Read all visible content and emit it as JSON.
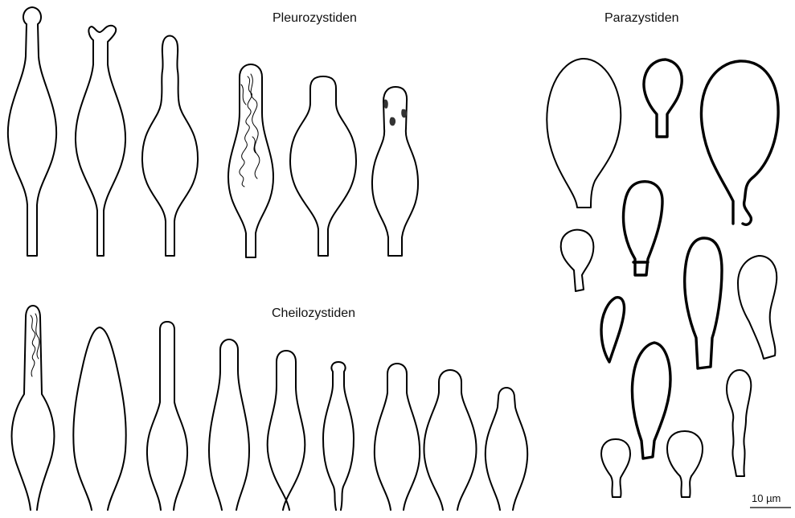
{
  "labels": {
    "pleurocystidia": "Pleurozystiden",
    "paracystidia": "Parazystiden",
    "cheilocystidia": "Cheilozystiden"
  },
  "scale_bar": {
    "label": "10 µm"
  },
  "colors": {
    "outline": "#000000",
    "background": "#ffffff"
  }
}
